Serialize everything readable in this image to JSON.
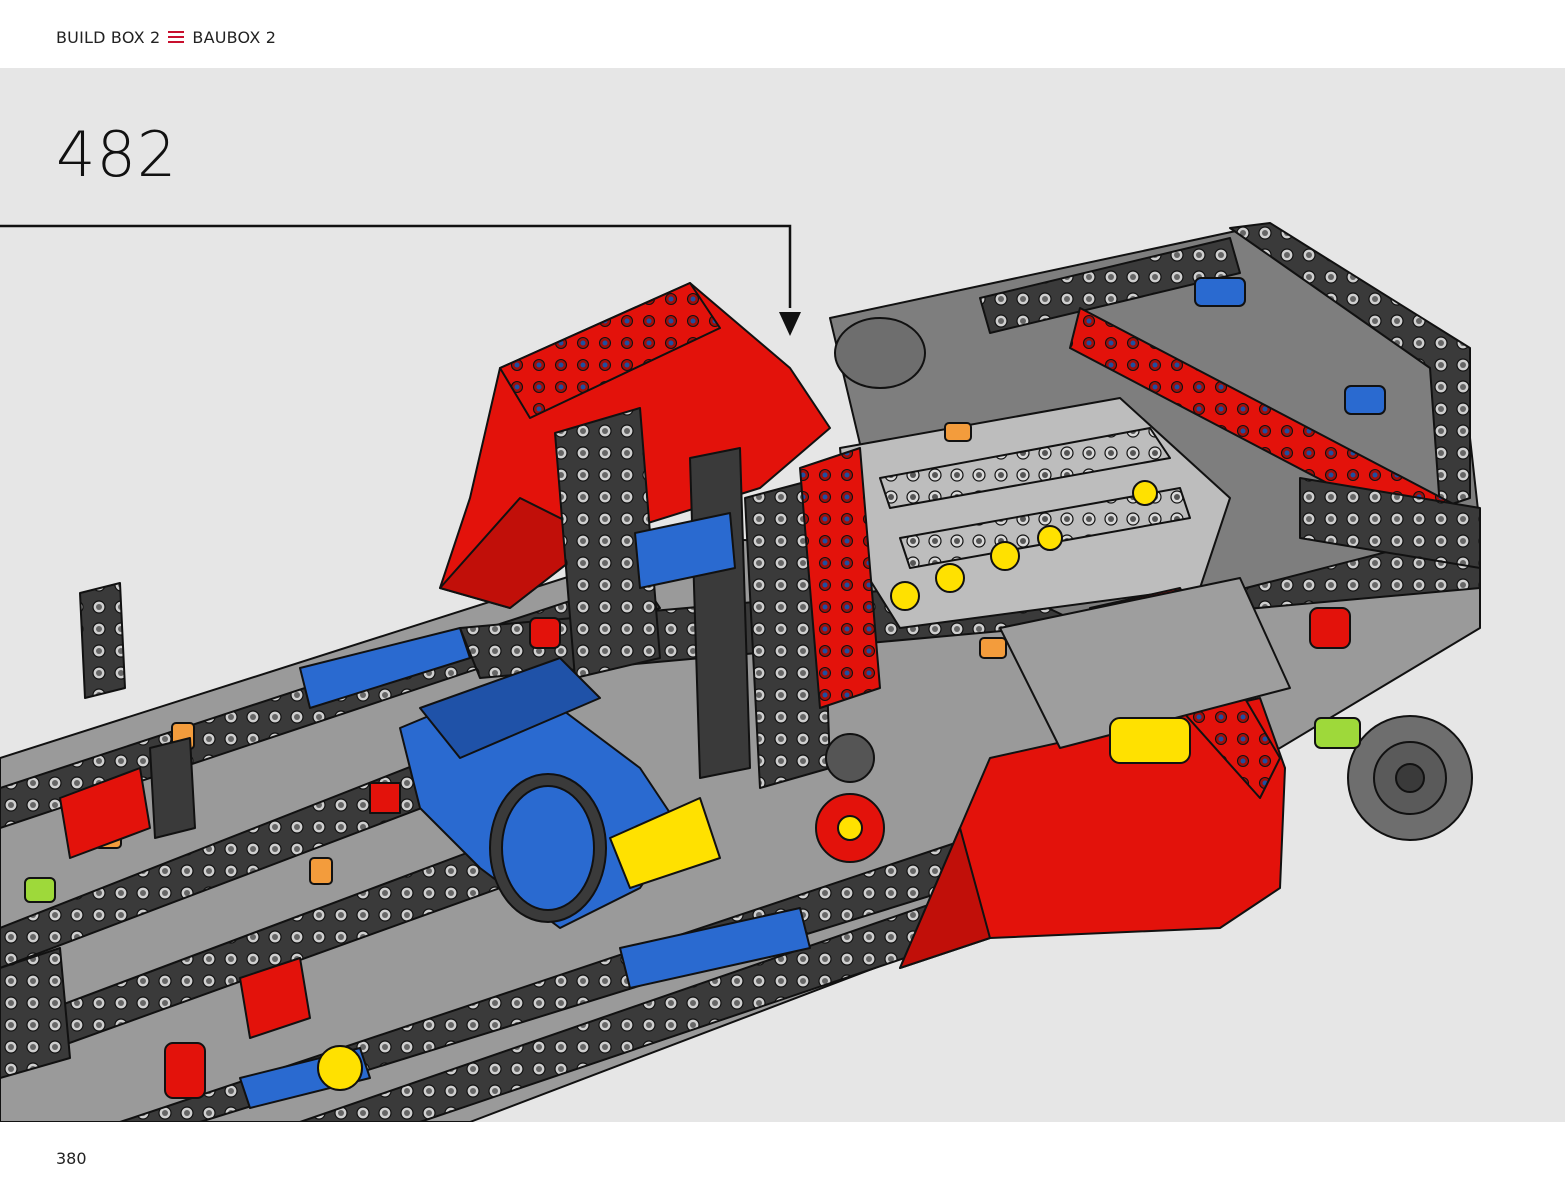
{
  "header": {
    "build_box_en": "BUILD BOX 2",
    "build_box_de": "BAUBOX 2",
    "separator_icon": "hamburger-icon",
    "accent_color": "#c8102e"
  },
  "step": {
    "number": "482"
  },
  "illustration": {
    "subject": "lego-technic-car-chassis-assembly",
    "arrow_icon": "down-arrow-icon",
    "colors": {
      "red": "#e3120b",
      "dark_gray": "#3a3a3a",
      "light_gray": "#bdbdbd",
      "blue": "#2a6ad0",
      "yellow": "#ffe100",
      "orange": "#f39c3c",
      "lime": "#9ed93a",
      "background": "#e6e6e6"
    }
  },
  "footer": {
    "page_number": "380"
  }
}
